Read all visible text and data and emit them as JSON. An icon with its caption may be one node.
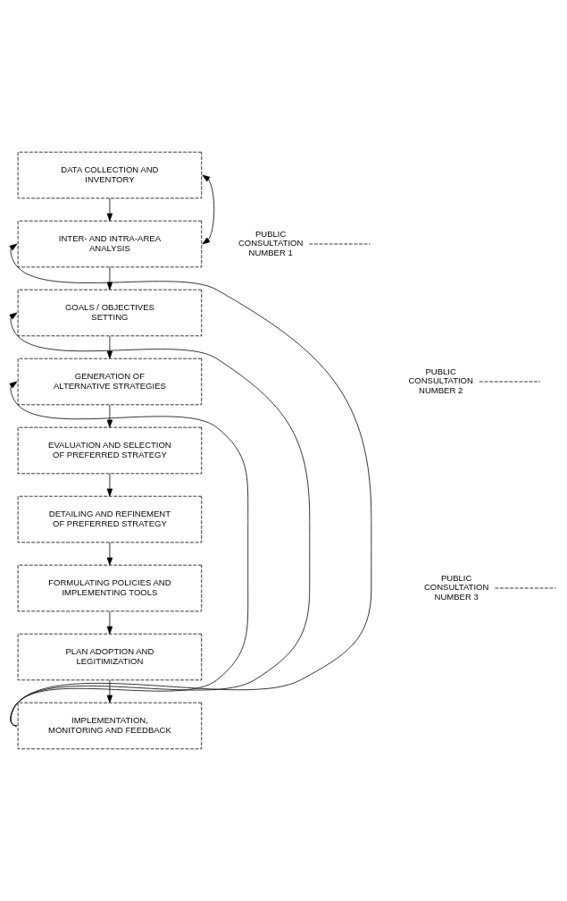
{
  "diagram": {
    "nodes": [
      {
        "text": [
          "DATA COLLECTION AND INVENTORY"
        ]
      },
      {
        "text": [
          "INTER- AND INTRA-AREA ANALYSIS"
        ]
      },
      {
        "text": [
          "GOALS / OBJECTIVES SETTING"
        ]
      },
      {
        "text": [
          "GENERATION OF ALTERNATIVE STRATEGIES"
        ]
      },
      {
        "text": [
          "EVALUATION AND SELECTION OF PREFERRED STRATEGY"
        ]
      },
      {
        "text": [
          "DETAILING AND REFINEMENT OF PREFERRED STRATEGY"
        ]
      },
      {
        "text": [
          "FORMULATING POLICIES AND IMPLEMENTING TOOLS"
        ]
      },
      {
        "text": [
          "PLAN ADOPTION AND LEGITIMIZATION"
        ]
      },
      {
        "text": [
          "IMPLEMENTATION, MONITORING AND FEEDBACK"
        ]
      },
      {
        "text": [
          "PUBLIC CONSULTATION NUMBER 1"
        ]
      },
      {
        "text": [
          "PUBLIC CONSULTATION NUMBER 2"
        ]
      },
      {
        "text": [
          "PUBLIC CONSULTATION NUMBER 3"
        ]
      }
    ],
    "edges": [
      {
        "from": 0,
        "to": 1,
        "arrow": "to"
      },
      {
        "from": 1,
        "to": 2,
        "arrow": "to"
      },
      {
        "from": 2,
        "to": 3,
        "arrow": "to"
      },
      {
        "from": 3,
        "to": 4,
        "arrow": "to"
      },
      {
        "from": 4,
        "to": 5,
        "arrow": "to"
      },
      {
        "from": 5,
        "to": 6,
        "arrow": "to"
      },
      {
        "from": 6,
        "to": 7,
        "arrow": "to"
      },
      {
        "from": 7,
        "to": 8,
        "arrow": "to"
      },
      {
        "from": 8,
        "to": 1,
        "arrow": "to"
      },
      {
        "from": 8,
        "to": 2,
        "arrow": "to"
      },
      {
        "from": 8,
        "to": 3,
        "arrow": "to"
      },
      {
        "from": 0,
        "to": 1,
        "arrow": "both"
      },
      {
        "from": 9,
        "to": null,
        "arrow": "none",
        "style": "dashed"
      },
      {
        "from": 10,
        "to": null,
        "arrow": "none",
        "style": "dashed"
      },
      {
        "from": 11,
        "to": null,
        "arrow": "none",
        "style": "dashed"
      }
    ]
  }
}
